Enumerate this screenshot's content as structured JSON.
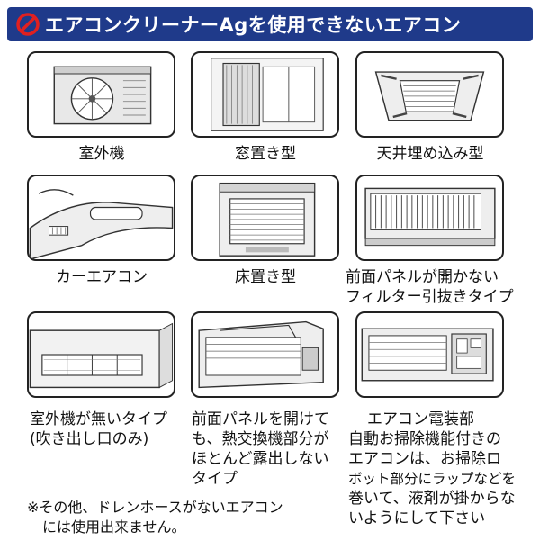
{
  "banner": {
    "title": "エアコンクリーナーAgを使用できないエアコン",
    "icon": "prohibited-icon"
  },
  "items": [
    {
      "icon": "outdoor-unit-icon",
      "lines": [
        "室外機"
      ]
    },
    {
      "icon": "window-unit-icon",
      "lines": [
        "窓置き型"
      ]
    },
    {
      "icon": "ceiling-cassette-icon",
      "lines": [
        "天井埋め込み型"
      ]
    },
    {
      "icon": "car-ac-icon",
      "lines": [
        "カーエアコン"
      ]
    },
    {
      "icon": "floor-unit-icon",
      "lines": [
        "床置き型"
      ]
    },
    {
      "icon": "fixed-panel-unit-icon",
      "lines": [
        "前面パネルが開かない",
        "フィルター引抜きタイプ"
      ]
    },
    {
      "icon": "no-outdoor-unit-icon",
      "lines": [
        "室外機が無いタイプ",
        "(吹き出し口のみ)"
      ]
    },
    {
      "icon": "exposed-exchanger-icon",
      "lines": [
        "前面パネルを開けて",
        "も、熱交換機部分が",
        "ほとんど露出しない",
        "タイプ"
      ]
    },
    {
      "icon": "electrical-parts-icon",
      "lines": [
        "エアコン電装部",
        "自動お掃除機能付きの",
        "エアコンは、お掃除ロ",
        "ボット部分にラップなどを",
        "巻いて、液剤が掛からな",
        "いようにして下さい"
      ]
    }
  ],
  "footnote": [
    "※その他、ドレンホースがないエアコン",
    "には使用出来ません。"
  ],
  "colors": {
    "banner_bg": "#1f3a8a",
    "prohibit_red": "#e02020"
  }
}
